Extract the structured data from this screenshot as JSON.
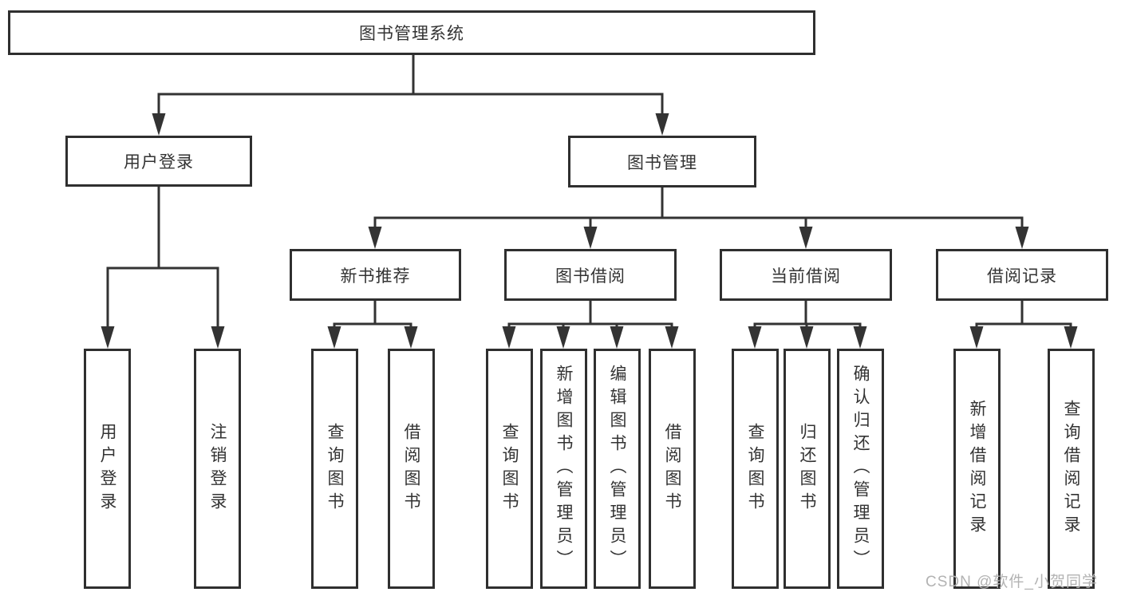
{
  "diagram": {
    "title": "图书管理系统",
    "nodes": {
      "root": "图书管理系统",
      "user_login": "用户登录",
      "book_mgmt": "图书管理",
      "new_book": "新书推荐",
      "book_borrow": "图书借阅",
      "current_borrow": "当前借阅",
      "borrow_record": "借阅记录",
      "ul_login": "用户登录",
      "ul_logout": "注销登录",
      "nb_query": "查询图书",
      "nb_borrow": "借阅图书",
      "bb_query": "查询图书",
      "bb_add": "新增图书（管理员）",
      "bb_edit": "编辑图书（管理员）",
      "bb_borrow": "借阅图书",
      "cb_query": "查询图书",
      "cb_return": "归还图书",
      "cb_confirm": "确认归还（管理员）",
      "rec_add": "新增借阅记录",
      "rec_query": "查询借阅记录"
    },
    "hierarchy": {
      "图书管理系统": [
        "用户登录",
        "图书管理"
      ],
      "用户登录": [
        "用户登录",
        "注销登录"
      ],
      "图书管理": [
        "新书推荐",
        "图书借阅",
        "当前借阅",
        "借阅记录"
      ],
      "新书推荐": [
        "查询图书",
        "借阅图书"
      ],
      "图书借阅": [
        "查询图书",
        "新增图书（管理员）",
        "编辑图书（管理员）",
        "借阅图书"
      ],
      "当前借阅": [
        "查询图书",
        "归还图书",
        "确认归还（管理员）"
      ],
      "借阅记录": [
        "新增借阅记录",
        "查询借阅记录"
      ]
    },
    "colors": {
      "line": "#333333",
      "text": "#333333",
      "box_border": "#2f2f2f",
      "background": "#ffffff",
      "watermark": "#b3b3b3"
    }
  },
  "watermark": {
    "text": "CSDN @软件_小贺同学"
  }
}
